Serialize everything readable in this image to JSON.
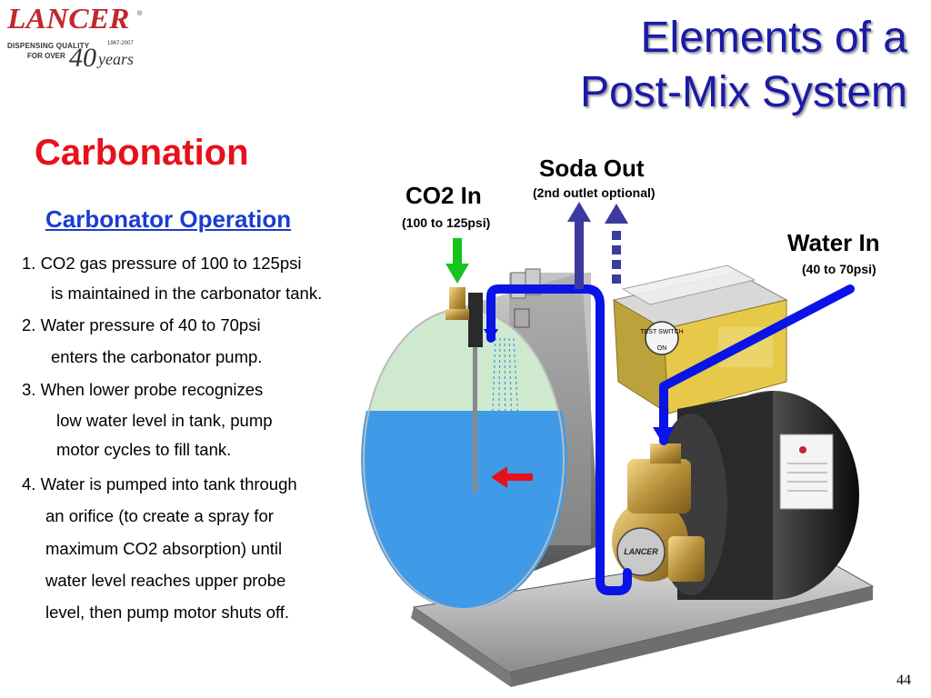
{
  "logo": {
    "brand": "LANCER",
    "registered": "®",
    "tagline_line1": "DISPENSING QUALITY",
    "tagline_line2": "FOR OVER",
    "years_range": "1967-2007",
    "years_number": "40",
    "years_word": "years"
  },
  "slide": {
    "title_line1": "Elements of a",
    "title_line2": "Post-Mix System",
    "section_title": "Carbonation",
    "subheading": "Carbonator Operation",
    "page_number": "44"
  },
  "steps": [
    "1. CO2 gas pressure of 100 to 125psi",
    "is maintained in the carbonator tank.",
    "2. Water pressure of 40 to 70psi",
    "enters the carbonator pump.",
    "3.  When lower probe recognizes",
    "low water level in tank, pump",
    "motor cycles to fill tank.",
    "4. Water is pumped into tank through",
    "an orifice (to create a spray for",
    "maximum CO2 absorption) until",
    "water level reaches upper probe",
    "level, then pump motor shuts off."
  ],
  "labels": {
    "co2_in": "CO2 In",
    "co2_pressure": "(100 to 125psi)",
    "soda_out": "Soda Out",
    "soda_out_note": "(2nd outlet optional)",
    "water_in": "Water In",
    "water_pressure": "(40 to 70psi)"
  },
  "machine": {
    "switch_label": "TEST SWITCH",
    "switch_on": "ON",
    "pump_brand": "LANCER"
  },
  "colors": {
    "title": "#1a1aa8",
    "section_title": "#e8101a",
    "subheading": "#1a3cd0",
    "water_line": "#0a14e6",
    "co2_arrow": "#17c41c",
    "soda_arrow": "#3a3aa0",
    "tank_water": "#3f9be8",
    "tank_gas": "#cfe9cf",
    "probe_arrow": "#e8101a"
  }
}
